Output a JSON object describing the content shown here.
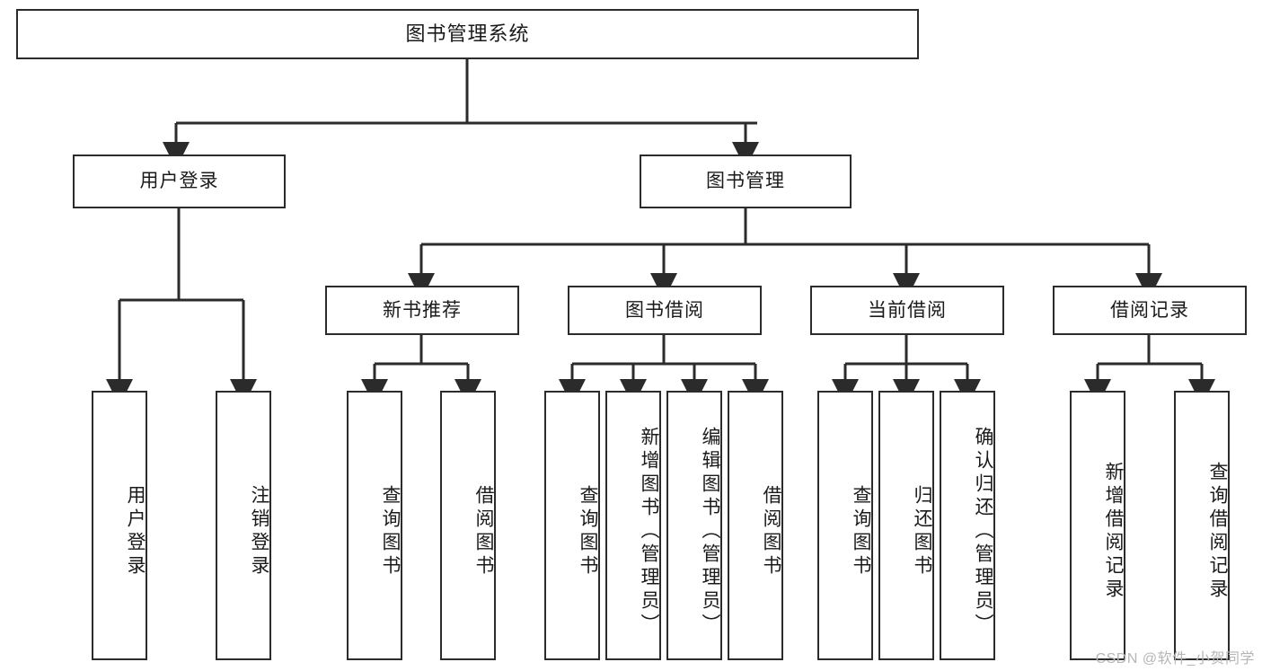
{
  "diagram": {
    "title": "图书管理系统",
    "type": "hierarchy-tree",
    "colors": {
      "background": "#ffffff",
      "box_border": "#2b2b2b",
      "box_fill": "#ffffff",
      "edge": "#2b2b2b",
      "text": "#1a1a1a",
      "watermark": "#b6b6b6"
    },
    "root": {
      "label": "图书管理系统"
    },
    "level2": [
      {
        "label": "用户登录"
      },
      {
        "label": "图书管理"
      }
    ],
    "level3": [
      {
        "label": "新书推荐"
      },
      {
        "label": "图书借阅"
      },
      {
        "label": "当前借阅"
      },
      {
        "label": "借阅记录"
      }
    ],
    "leaves": {
      "user_login": [
        {
          "label": "用户登录"
        },
        {
          "label": "注销登录"
        }
      ],
      "new_book_recommend": [
        {
          "label": "查询图书"
        },
        {
          "label": "借阅图书"
        }
      ],
      "book_borrow": [
        {
          "label": "查询图书"
        },
        {
          "label": "新增图书（管理员）"
        },
        {
          "label": "编辑图书（管理员）"
        },
        {
          "label": "借阅图书"
        }
      ],
      "current_borrow": [
        {
          "label": "查询图书"
        },
        {
          "label": "归还图书"
        },
        {
          "label": "确认归还（管理员）"
        }
      ],
      "borrow_record": [
        {
          "label": "新增借阅记录"
        },
        {
          "label": "查询借阅记录"
        }
      ]
    }
  },
  "watermark": {
    "text": "CSDN @软件_小贺同学"
  }
}
